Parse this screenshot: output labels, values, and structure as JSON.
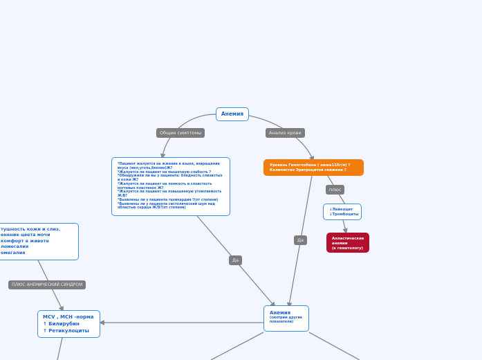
{
  "root": {
    "title": "Анемия"
  },
  "labels": {
    "symptoms": "Общие симптомы",
    "blood": "Анализ крови",
    "plus": "плюс",
    "yes1": "Да",
    "yes2": "Да",
    "anemic": "ПЛЮС АНЕМИЧЕСКИЙ СИНДРОМ"
  },
  "questions": [
    "*Пациент жалуется на жжение в языке, извращение вкуса (мел,уголь,бензин)Ж?",
    "*Жалуется ли пациент на мышечную слабость ?",
    "*Обнаружили ли вы у пациента: бледность слизистых и кожи Ж?",
    "*Жалуется ли пациент на ломкость и слоистость ногтевых пластинок Ж?",
    "*Жалуется ли пациент на повышенную утомляемость Ж/В?",
    "*Выявлены ли у пациента тахикардия ?(от степени)",
    "*Выявлены ли у пациента систолический шум над областью сердца Ж/В?(от степени)"
  ],
  "hemoglobin": [
    "Уровень Гемоглобина ( ниже110г/л) ?",
    "Количество Эритроцитов снижено ?"
  ],
  "leuko": [
    "↓Лейкоцит",
    "↓Тромбоциты"
  ],
  "aplastic": [
    "Апластические анемии",
    "(к гематологу)"
  ],
  "anemia2": {
    "title": "Анемия",
    "sub": "(смотрим другие показатели)"
  },
  "hemolytic": [
    "тушность кожи и слиз.",
    "енение цвета мочи",
    "комфорт в животе",
    "ломегалия",
    "омегалия"
  ],
  "mcv": [
    "MCV , MCH -норма",
    "↑ Билирубин",
    "↑ Ретикулоциты"
  ]
}
